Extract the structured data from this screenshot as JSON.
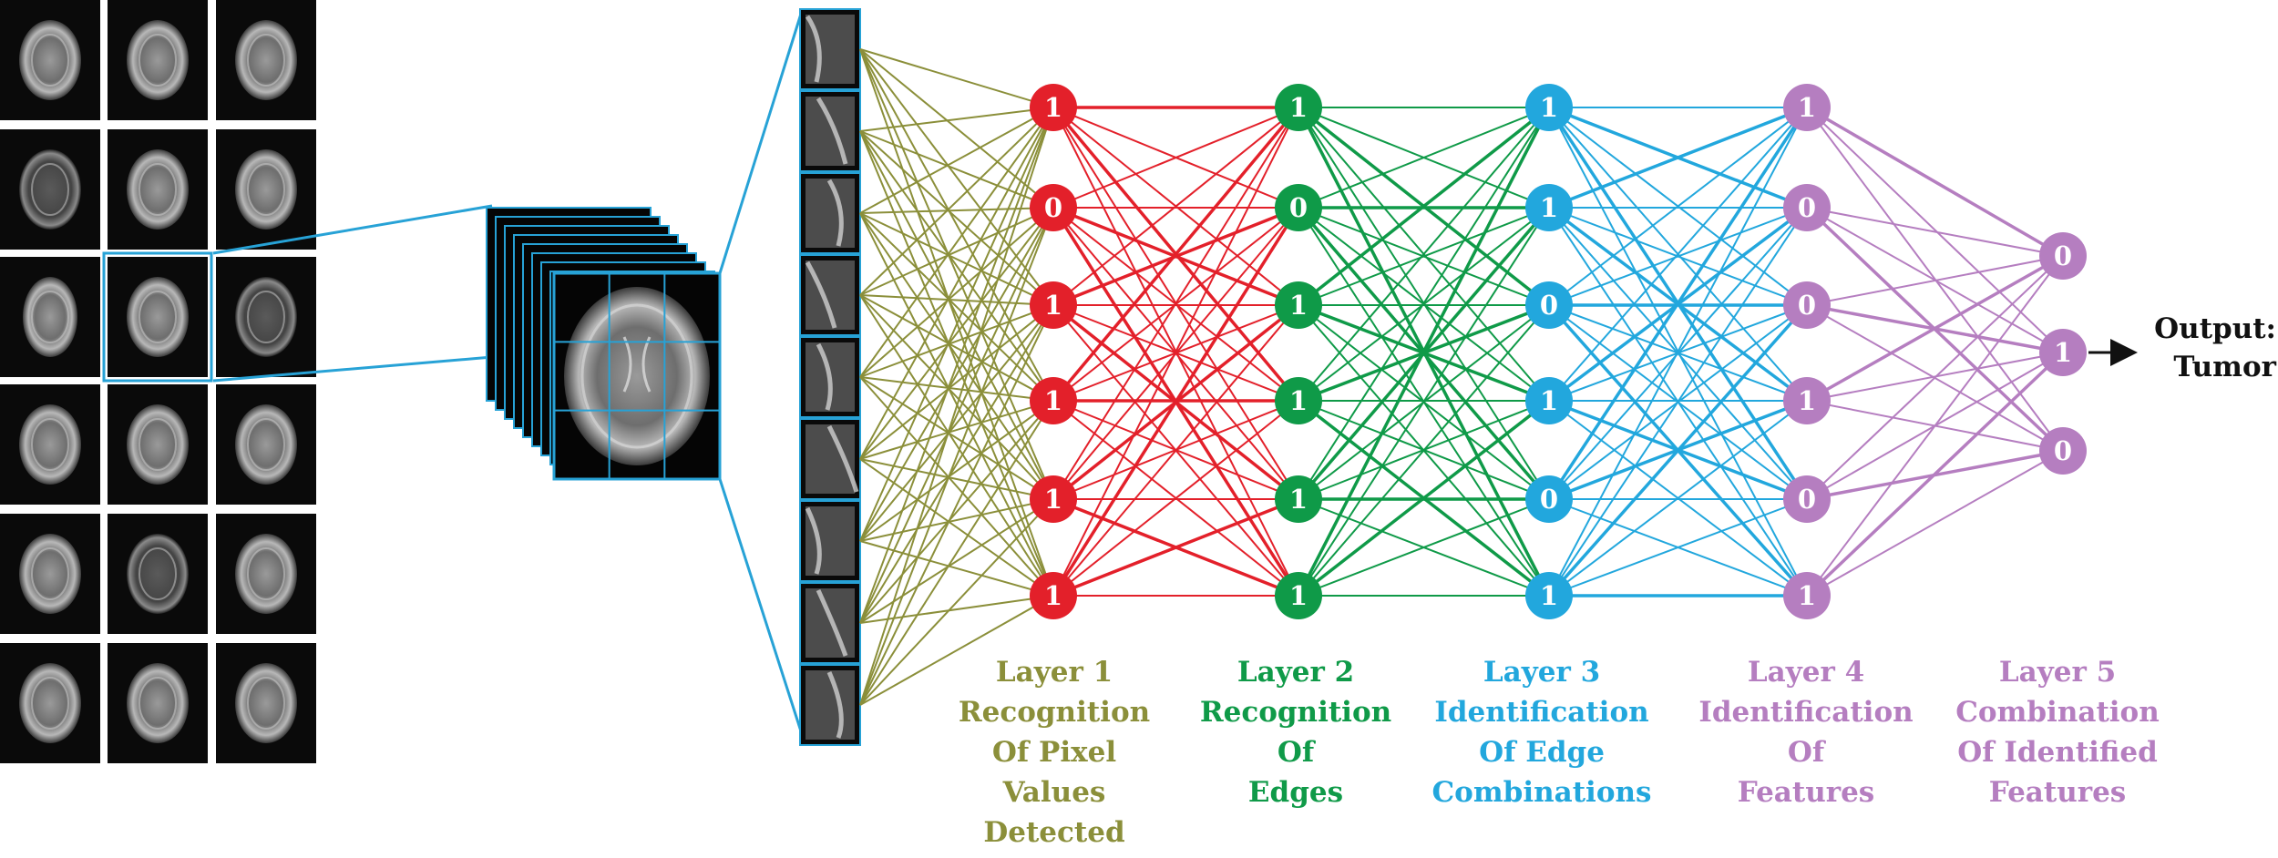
{
  "colors": {
    "layer1": "#8b8f3a",
    "layer2": "#0f9a48",
    "layer3": "#22a7dd",
    "layer4": "#b57ec0",
    "layer5": "#b57ec0",
    "input_lines": "#8b8f3a",
    "node_layer1": "#e3202a",
    "highlight": "#27a2d6"
  },
  "network": {
    "layers": [
      {
        "nodes": [
          "1",
          "0",
          "1",
          "1",
          "1",
          "1"
        ]
      },
      {
        "nodes": [
          "1",
          "0",
          "1",
          "1",
          "1",
          "1"
        ]
      },
      {
        "nodes": [
          "1",
          "1",
          "0",
          "1",
          "0",
          "1"
        ]
      },
      {
        "nodes": [
          "1",
          "0",
          "0",
          "1",
          "0",
          "1"
        ]
      },
      {
        "nodes": [
          "0",
          "1",
          "0"
        ]
      }
    ],
    "output_arrow": "→"
  },
  "labels": {
    "layer1": [
      "Layer 1",
      "Recognition",
      "Of Pixel",
      "Values",
      "Detected"
    ],
    "layer2": [
      "Layer 2",
      "Recognition",
      "Of",
      "Edges"
    ],
    "layer3": [
      "Layer 3",
      "Identification",
      "Of Edge",
      "Combinations"
    ],
    "layer4": [
      "Layer 4",
      "Identification",
      "Of",
      "Features"
    ],
    "layer5": [
      "Layer 5",
      "Combination",
      "Of Identified",
      "Features"
    ],
    "output": [
      "Output:",
      "Tumor"
    ]
  },
  "mri_grid": {
    "rows": 6,
    "cols": 3,
    "selected": [
      2,
      1
    ]
  },
  "patches": {
    "count": 9
  },
  "stack": {
    "count": 8
  }
}
